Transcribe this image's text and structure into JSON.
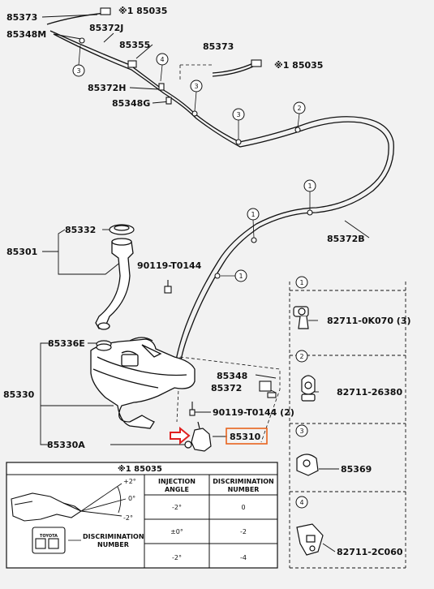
{
  "part_labels": {
    "p85373_top": "85373",
    "p85035_top": "※1 85035",
    "p85348m": "85348M",
    "p85372j": "85372J",
    "p85355": "85355",
    "p85373_mid": "85373",
    "p85035_mid": "※1 85035",
    "p85372h": "85372H",
    "p85348g": "85348G",
    "p85372b": "85372B",
    "p85332": "85332",
    "p85301": "85301",
    "p90119_a": "90119-T0144",
    "p85336e": "85336E",
    "p85330": "85330",
    "p85348": "85348",
    "p85372": "85372",
    "p90119_b": "90119-T0144 (2)",
    "p85330a": "85330A",
    "p85310": "85310"
  },
  "callout_numbers": {
    "c1": "1",
    "c2": "2",
    "c3": "3",
    "c4": "4"
  },
  "legend": {
    "c1": {
      "num": "1",
      "part": "82711-0K070 (3)"
    },
    "c2": {
      "num": "2",
      "part": "82711-26380"
    },
    "c3": {
      "num": "3",
      "part": "85369"
    },
    "c4": {
      "num": "4",
      "part": "82711-2C060"
    }
  },
  "nozzle_table": {
    "title": "※1 85035",
    "header_angle": [
      "INJECTION",
      "ANGLE"
    ],
    "header_disc": [
      "DISCRIMINATION",
      "NUMBER"
    ],
    "rows": [
      {
        "angle": "-2°",
        "number": "0"
      },
      {
        "angle": "±0°",
        "number": "-2"
      },
      {
        "angle": "-2°",
        "number": "-4"
      }
    ],
    "sketch_angles": [
      "+2°",
      "0°",
      "-2°"
    ],
    "sketch_label": [
      "DISCRIMINATION",
      "NUMBER"
    ],
    "stamp_text": "TOYOTA"
  },
  "colors": {
    "highlight_box": "#e8641e",
    "arrow": "#e02020",
    "line": "#111111"
  }
}
